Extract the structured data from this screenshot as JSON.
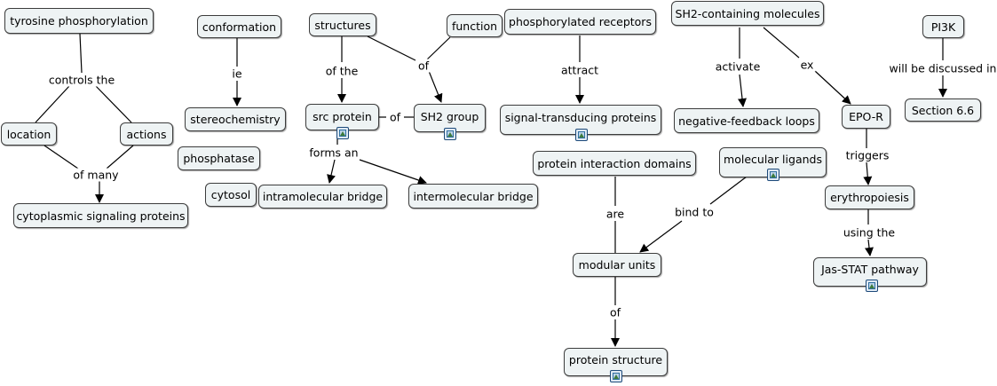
{
  "nodes": {
    "tyrosine_phosphorylation": "tyrosine phosphorylation",
    "location": "location",
    "actions": "actions",
    "cytoplasmic_signaling_proteins": "cytoplasmic signaling proteins",
    "conformation": "conformation",
    "stereochemistry": "stereochemistry",
    "phosphatase": "phosphatase",
    "cytosol": "cytosol",
    "structures": "structures",
    "function": "function",
    "src_protein": "src protein",
    "sh2_group": "SH2 group",
    "intramolecular_bridge": "intramolecular bridge",
    "intermolecular_bridge": "intermolecular bridge",
    "phosphorylated_receptors": "phosphorylated receptors",
    "signal_transducing_proteins": "signal-transducing proteins",
    "protein_interaction_domains": "protein interaction domains",
    "modular_units": "modular units",
    "protein_structure": "protein structure",
    "sh2_containing_molecules": "SH2-containing molecules",
    "negative_feedback_loops": "negative-feedback loops",
    "epo_r": "EPO-R",
    "molecular_ligands": "molecular ligands",
    "erythropoiesis": "erythropoiesis",
    "jas_stat_pathway": "Jas-STAT pathway",
    "pi3k": "PI3K",
    "section_6_6": "Section 6.6"
  },
  "links": {
    "controls_the": "controls the",
    "of_many": "of many",
    "ie": "ie",
    "of_the": "of the",
    "of_function": "of",
    "of_src_sh2": "of",
    "forms_an": "forms an",
    "attract": "attract",
    "are": "are",
    "bind_to": "bind to",
    "of_structure": "of",
    "activate": "activate",
    "ex": "ex",
    "triggers": "triggers",
    "using_the": "using the",
    "will_be_discussed_in": "will be discussed in"
  },
  "resource_icons": [
    "image-resource-icon"
  ],
  "colors": {
    "node_fill": "#eef3f4",
    "node_border": "#3c3c3c",
    "line": "#000000",
    "background": "#ffffff"
  }
}
